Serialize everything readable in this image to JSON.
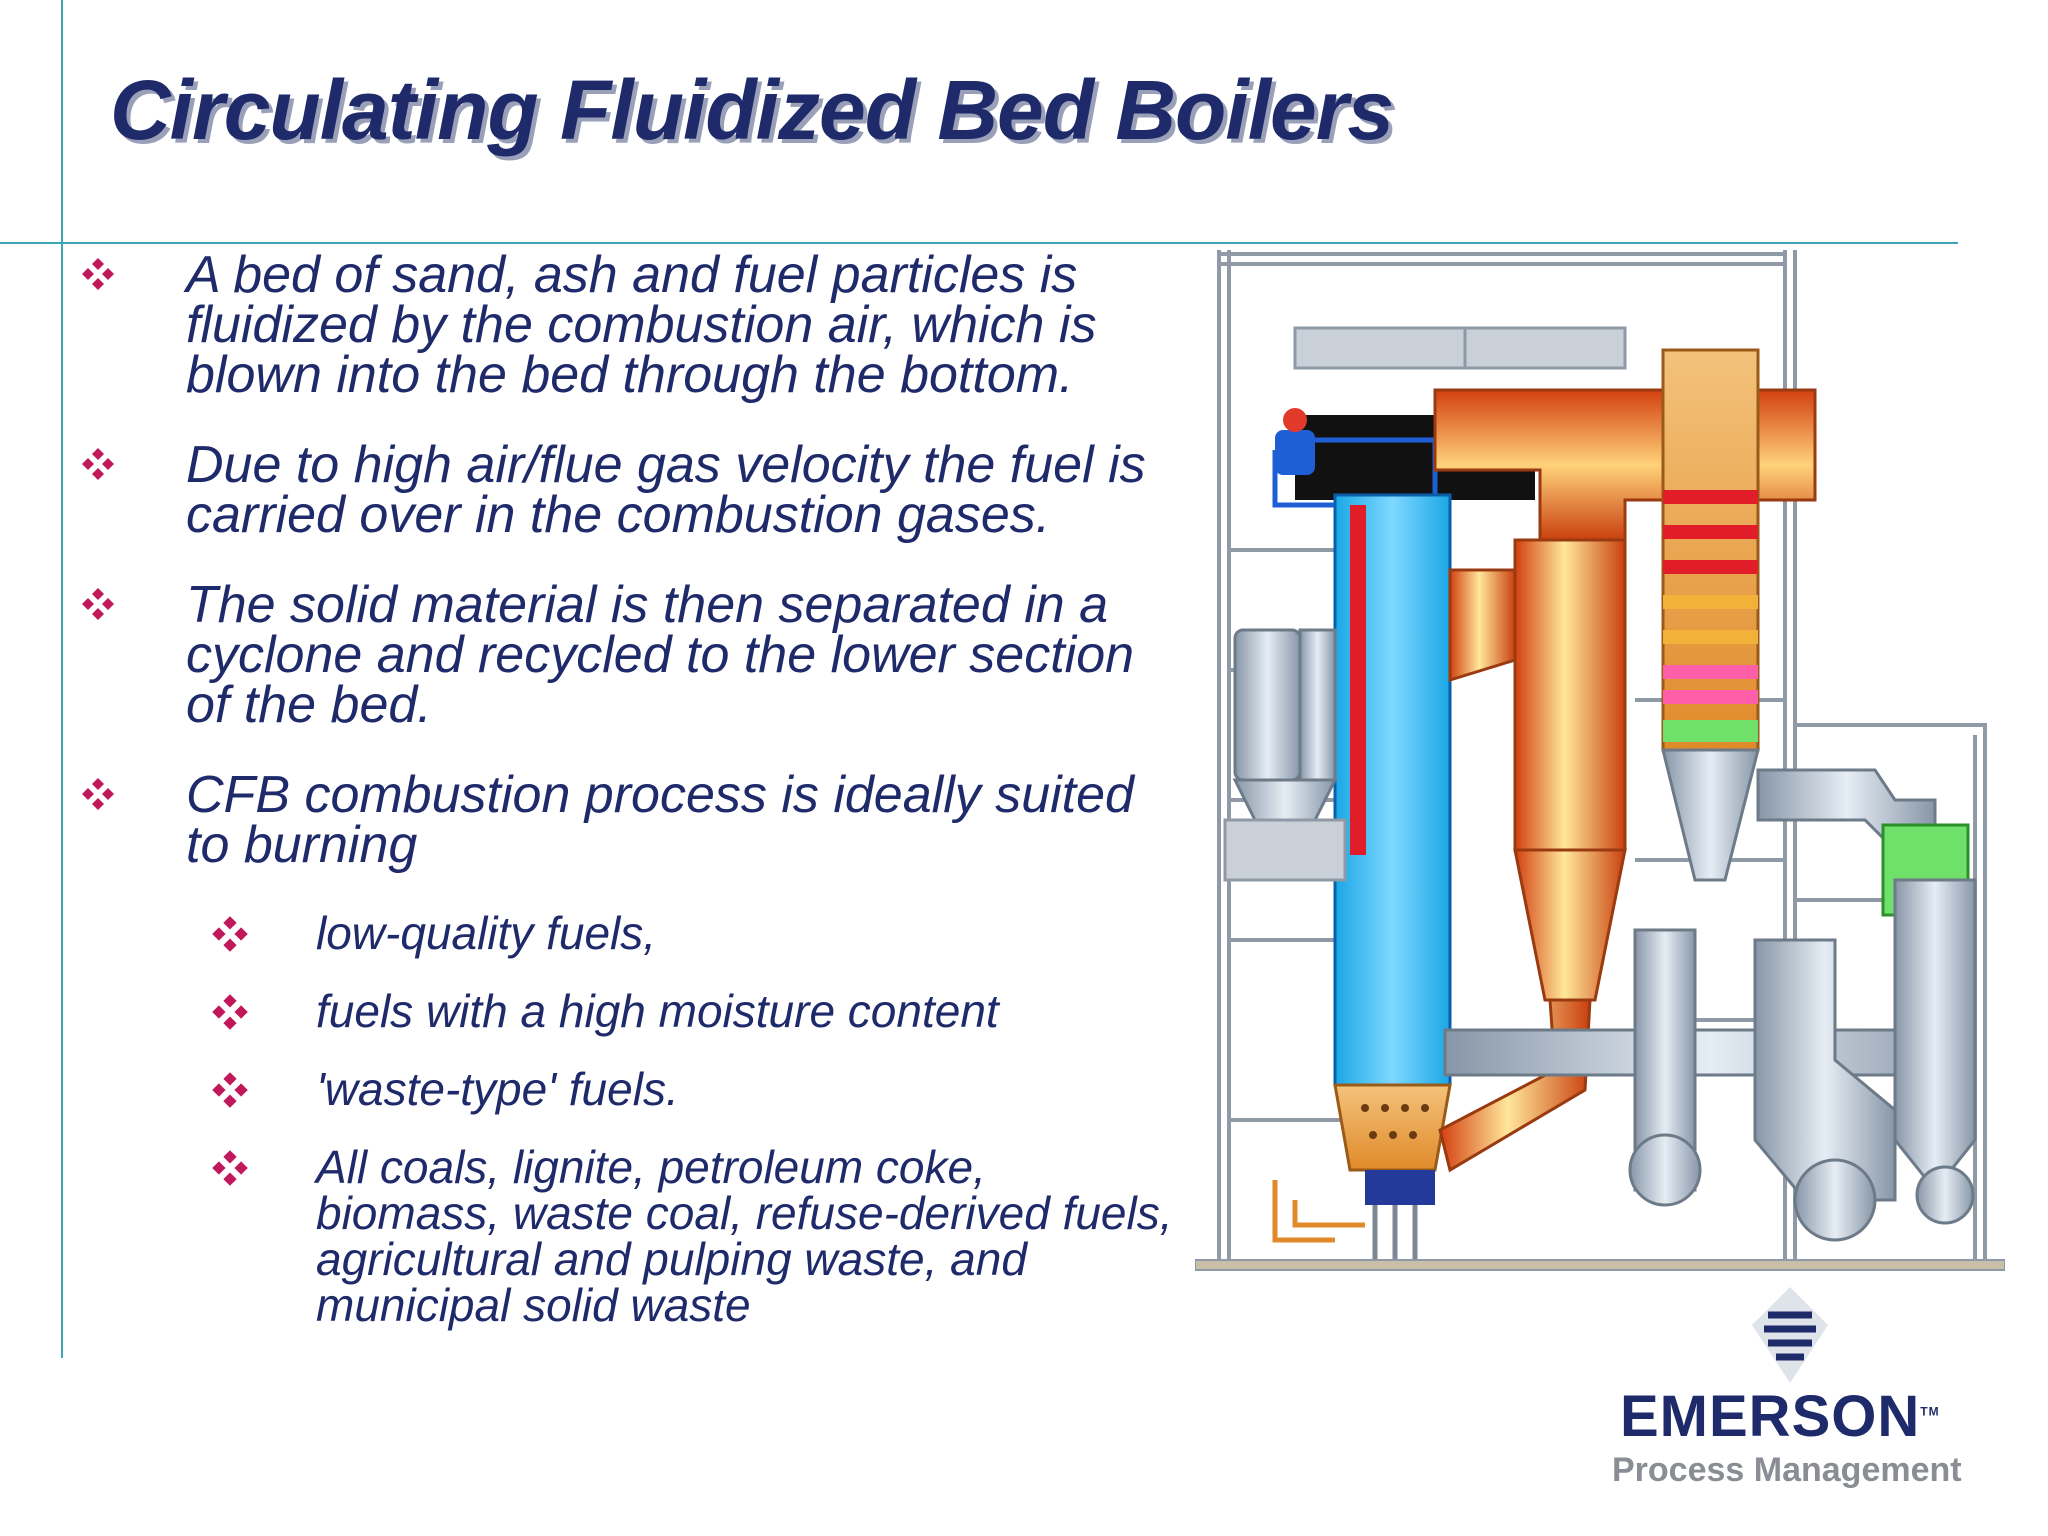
{
  "slide": {
    "title": "Circulating Fluidized Bed Boilers"
  },
  "bullets": [
    {
      "text": "A bed of sand, ash and fuel particles is fluidized by the combustion air, which is blown into the bed through the bottom."
    },
    {
      "text": "Due to high air/flue gas velocity the fuel is carried over in the combustion gases."
    },
    {
      "text": "The solid material is then separated in a cyclone and recycled to the lower section of the bed."
    },
    {
      "text": "CFB combustion process is ideally suited to burning"
    }
  ],
  "sub_bullets": [
    {
      "text": "low-quality fuels,"
    },
    {
      "text": "fuels with a high moisture content"
    },
    {
      "text": "'waste-type' fuels."
    },
    {
      "text": "All coals, lignite, petroleum coke, biomass, waste coal, refuse-derived fuels, agricultural and pulping waste, and municipal solid waste"
    }
  ],
  "logo": {
    "name": "EMERSON",
    "tm": "TM",
    "subtitle": "Process Management"
  },
  "colors": {
    "title": "#1f2a6b",
    "bullet": "#c0185a",
    "rule": "#3aa6b5",
    "logo_grey": "#8a8d93"
  },
  "icons": {
    "bullet": "four-diamond-bullet-icon",
    "diagram": "cfb-boiler-diagram"
  }
}
